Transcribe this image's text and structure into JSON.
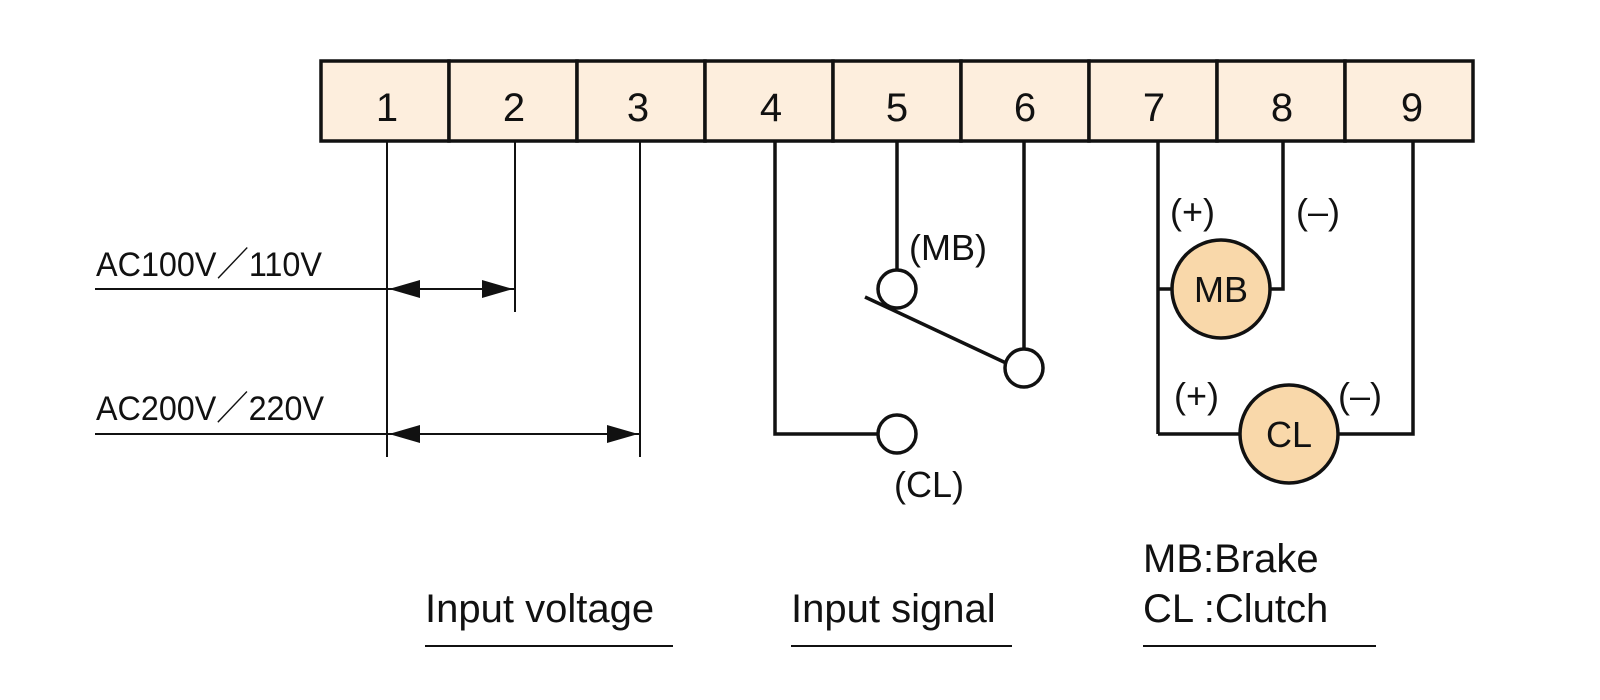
{
  "terminals": [
    "1",
    "2",
    "3",
    "4",
    "5",
    "6",
    "7",
    "8",
    "9"
  ],
  "voltage_labels": {
    "ac100": "AC100V／110V",
    "ac200": "AC200V／220V"
  },
  "switch_labels": {
    "mb": "(MB)",
    "cl": "(CL)"
  },
  "coils": {
    "mb": {
      "name": "MB",
      "plus": "(+)",
      "minus": "(–)"
    },
    "cl": {
      "name": "CL",
      "plus": "(+)",
      "minus": "(–)"
    }
  },
  "sections": {
    "input_voltage": "Input voltage",
    "input_signal": "Input signal"
  },
  "legend": {
    "line1": "MB:Brake",
    "line2": "CL :Clutch"
  },
  "colors": {
    "terminal_fill": "#fdeedd",
    "coil_fill": "#f9d8aa",
    "line": "#111111"
  }
}
